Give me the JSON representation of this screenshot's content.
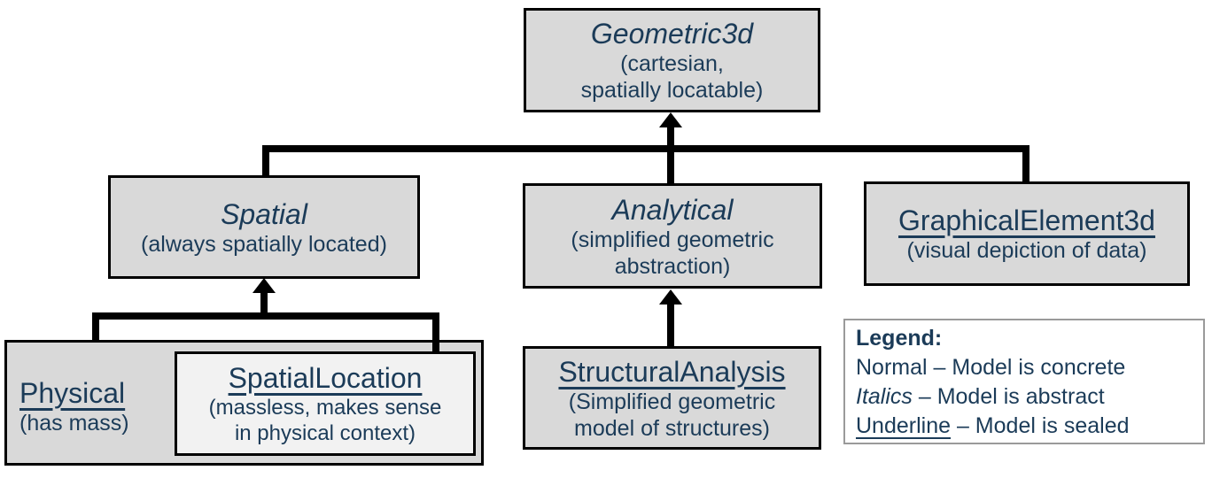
{
  "diagram": {
    "nodes": {
      "geometric3d": {
        "title": "Geometric3d",
        "style": "abstract",
        "subtitle_lines": [
          "(cartesian,",
          "spatially locatable)"
        ]
      },
      "spatial": {
        "title": "Spatial",
        "style": "abstract",
        "subtitle_lines": [
          "(always spatially located)"
        ]
      },
      "analytical": {
        "title": "Analytical",
        "style": "abstract",
        "subtitle_lines": [
          "(simplified geometric",
          "abstraction)"
        ]
      },
      "graphical_element3d": {
        "title": "GraphicalElement3d",
        "style": "sealed",
        "subtitle_lines": [
          "(visual depiction of data)"
        ]
      },
      "physical": {
        "title": "Physical",
        "style": "sealed",
        "subtitle_lines": [
          "(has mass)"
        ]
      },
      "spatial_location": {
        "title": "SpatialLocation",
        "style": "sealed",
        "subtitle_lines": [
          "(massless, makes sense",
          "in physical context)"
        ]
      },
      "structural_analysis": {
        "title": "StructuralAnalysis",
        "style": "sealed",
        "subtitle_lines": [
          "(Simplified geometric",
          "model of structures)"
        ]
      }
    },
    "relations": [
      {
        "parent": "Geometric3d",
        "children": [
          "Spatial",
          "Analytical",
          "GraphicalElement3d"
        ]
      },
      {
        "parent": "Spatial",
        "children": [
          "Physical",
          "SpatialLocation"
        ]
      },
      {
        "parent": "Analytical",
        "children": [
          "StructuralAnalysis"
        ]
      }
    ],
    "legend": {
      "heading": "Legend:",
      "entries": [
        {
          "term": "Normal",
          "term_style": "normal",
          "description": " – Model is concrete"
        },
        {
          "term": "Italics",
          "term_style": "italic",
          "description": " – Model is abstract"
        },
        {
          "term": "Underline",
          "term_style": "underline",
          "description": " – Model is sealed"
        }
      ]
    },
    "colors": {
      "node_fill": "#d9d9d9",
      "nested_node_fill": "#f2f2f2",
      "node_border": "#000000",
      "connector": "#000000",
      "text": "#1b3b58",
      "legend_border": "#9a9a9a"
    }
  }
}
